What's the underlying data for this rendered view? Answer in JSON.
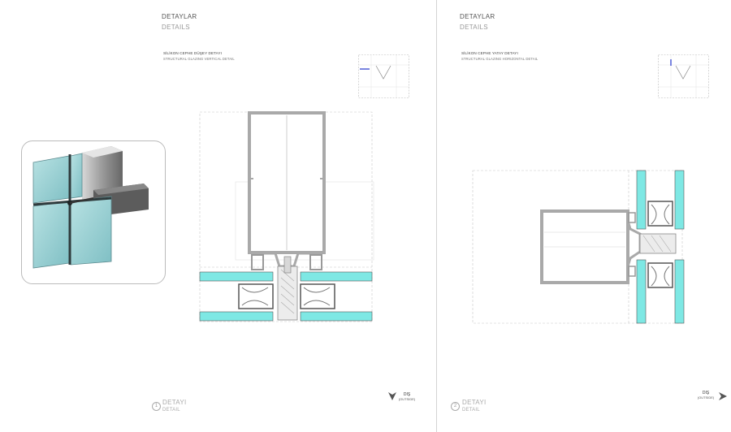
{
  "left_page": {
    "header_tr": "DETAYLAR",
    "header_en": "DETAILS",
    "subtitle_tr": "SİLİKON CEPHE DÜŞEY DETAYI",
    "subtitle_en": "STRUCTURAL GLAZING VERTICAL DETAIL",
    "detail_number": "1",
    "footer_tr": "DETAYI",
    "footer_en": "DETAIL",
    "direction_tr": "DIŞ",
    "direction_en": "(OUTSIDE)"
  },
  "right_page": {
    "header_tr": "DETAYLAR",
    "header_en": "DETAILS",
    "subtitle_tr": "SİLİKON CEPHE YATAY DETAYI",
    "subtitle_en": "STRUCTURAL GLAZING HORIZONTAL DETAIL",
    "detail_number": "2",
    "footer_tr": "DETAYI",
    "footer_en": "DETAIL",
    "direction_tr": "DIŞ",
    "direction_en": "(OUTSIDE)"
  },
  "colors": {
    "glass": "#7ee8e4",
    "profile": "#a9a9a9",
    "profile_dark": "#5a5a5a",
    "dashed_line": "#c8c8c8"
  }
}
